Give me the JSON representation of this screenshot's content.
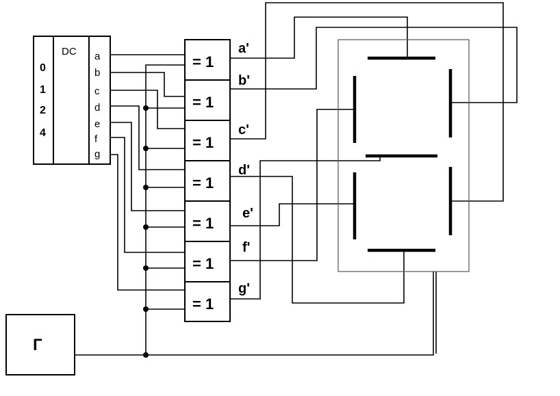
{
  "decoder": {
    "title": "DC",
    "inputs": [
      "0",
      "1",
      "2",
      "4"
    ],
    "outputs": [
      "a",
      "b",
      "c",
      "d",
      "e",
      "f",
      "g"
    ]
  },
  "gates": {
    "label": "= 1",
    "outputs": [
      "a'",
      "b'",
      "c'",
      "d'",
      "e'",
      "f'",
      "g'"
    ]
  },
  "generator": {
    "label": "Г"
  },
  "display": {
    "segments": [
      "a",
      "b",
      "c",
      "d",
      "e",
      "f",
      "g"
    ]
  }
}
